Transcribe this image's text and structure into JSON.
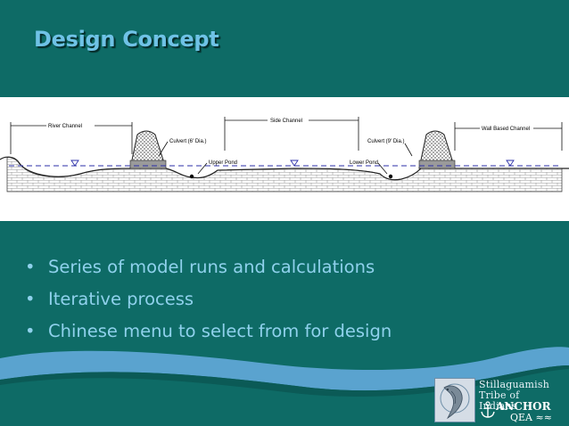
{
  "slide": {
    "title": "Design Concept",
    "bullets": [
      "Series of model runs and calculations",
      "Iterative process",
      "Chinese menu to select from for design"
    ]
  },
  "diagram": {
    "labels": {
      "river_channel": "River Channel",
      "side_channel": "Side Channel",
      "wall_based_channel": "Wall Based Channel",
      "culvert_left": "Culvert (6' Dia.)",
      "culvert_right": "Culvert (9' Dia.)",
      "upper_pond": "Upper Pond",
      "lower_pond": "Lower Pond"
    }
  },
  "logo": {
    "org_line1": "Stillaguamish",
    "org_line2": "Tribe of",
    "org_line3": "Indians",
    "partner_line1": "ANCHOR",
    "partner_line2": "QEA"
  },
  "colors": {
    "background": "#0e6b66",
    "title": "#6fc2e6",
    "bullet_text": "#8fd1ec",
    "wave": "#5aa3cf"
  },
  "icons": [
    "salmon-logo-icon",
    "anchor-icon",
    "water-waves-icon",
    "water-level-triangle-icon"
  ]
}
